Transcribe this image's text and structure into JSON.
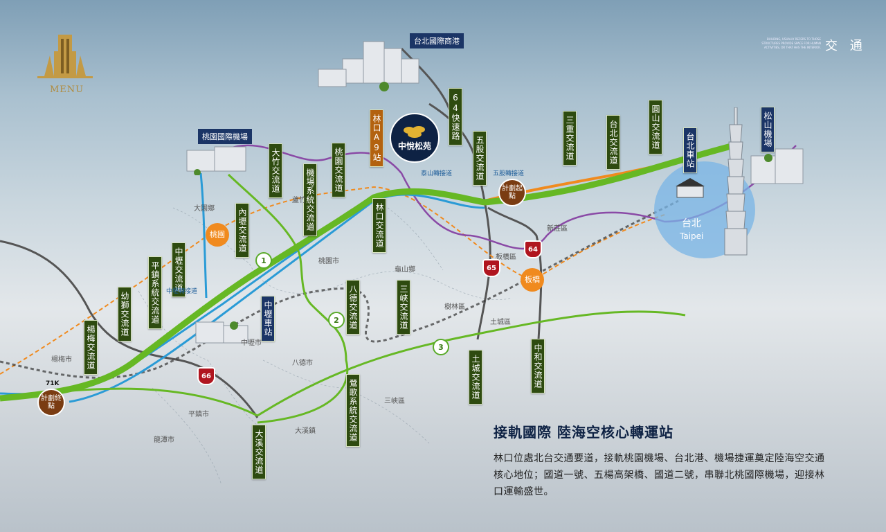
{
  "nav": {
    "menu_label": "MENU",
    "section_title": "交 通",
    "subtitle": "BUILDING, USUALLY REFERS TO THOSE STRUCTURES PROVIDE SPACE FOR HUMAN ACTIVITIES, OR THAT HAS THE INTERIOR."
  },
  "brand": {
    "name": "中悅松苑"
  },
  "map": {
    "top_labels": {
      "port": "台北國際商港",
      "airport_taoyuan": "桃園國際機場",
      "airport_songshan": "松山機場",
      "taipei_station": "台北車站"
    },
    "interchanges": [
      {
        "id": "yangmei",
        "label": "楊梅交流道"
      },
      {
        "id": "youshi",
        "label": "幼獅交流道"
      },
      {
        "id": "pingzhen",
        "label": "平鎮系統交流道"
      },
      {
        "id": "zhongli",
        "label": "中壢交流道"
      },
      {
        "id": "neili",
        "label": "內壢交流道"
      },
      {
        "id": "dazhu",
        "label": "大竹交流道"
      },
      {
        "id": "airport_sys",
        "label": "機場系統交流道"
      },
      {
        "id": "taoyuan",
        "label": "桃園交流道"
      },
      {
        "id": "linkou",
        "label": "林口交流道"
      },
      {
        "id": "expressway64",
        "label": "64快速路"
      },
      {
        "id": "wugu",
        "label": "五股交流道"
      },
      {
        "id": "sanchong",
        "label": "三重交流道"
      },
      {
        "id": "taibei",
        "label": "台北交流道"
      },
      {
        "id": "yuanshan",
        "label": "圓山交流道"
      },
      {
        "id": "bade",
        "label": "八德交流道"
      },
      {
        "id": "sanxia",
        "label": "三峽交流道"
      },
      {
        "id": "tucheng",
        "label": "土城交流道"
      },
      {
        "id": "zhonghe",
        "label": "中和交流道"
      },
      {
        "id": "yingge",
        "label": "鶯歌系統交流道"
      },
      {
        "id": "daxi",
        "label": "大溪交流道"
      }
    ],
    "station_a9": "林口A9站",
    "zhongli_station": "中壢車站",
    "places": [
      "大園鄉",
      "蘆竹",
      "桃園市",
      "龜山鄉",
      "樹林區",
      "土城區",
      "新莊區",
      "板橋區",
      "楊梅市",
      "中壢市",
      "八德市",
      "平鎮市",
      "龍潭市",
      "大溪鎮",
      "三峽區"
    ],
    "rail_labels": {
      "taishan": "泰山轉接道",
      "wugu_conn": "五股轉接道",
      "zhongli_conn": "中壢轉接道"
    },
    "orange_markers": {
      "taoyuan": "桃園",
      "banqiao": "板橋"
    },
    "brown_markers": {
      "plan_start": "計劃起點",
      "plan_end": "計劃終點"
    },
    "km_label": "71K",
    "freeway_shields": [
      "1",
      "2",
      "3"
    ],
    "highway_shields": [
      "64",
      "65",
      "66"
    ],
    "taipei": {
      "zh": "台北",
      "en": "Taipei"
    }
  },
  "article": {
    "headline": "接軌國際 陸海空核心轉運站",
    "body": "林口位處北台交通要道，接軌桃園機場、台北港、機場捷運奠定陸海空交通核心地位；國道一號、五楊高架橋、國道二號，串聯北桃國際機場，迎接林口運輸盛世。"
  },
  "colors": {
    "freeway": "#66b824",
    "metro": "#2a9bd6",
    "purple": "#8a4aa6",
    "orange": "#f08a1e",
    "gray": "#555555",
    "navy": "#0e2244"
  }
}
